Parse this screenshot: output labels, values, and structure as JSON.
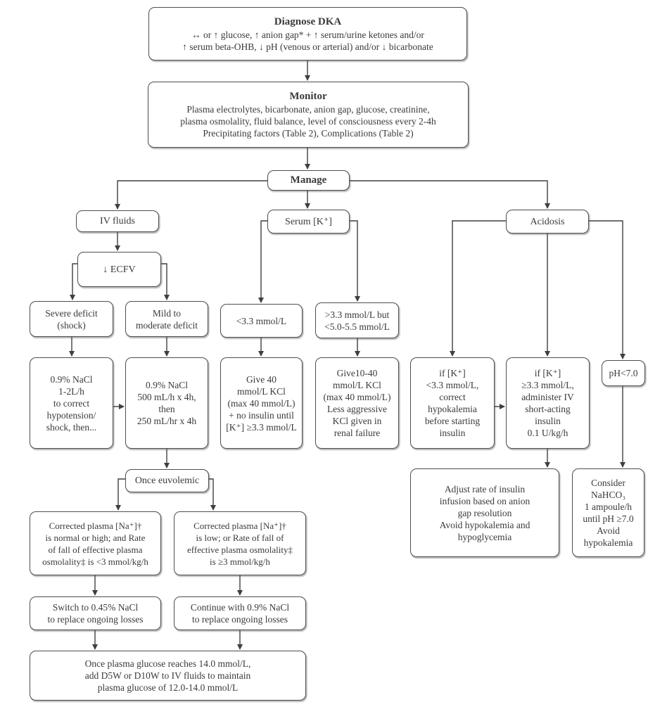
{
  "colors": {
    "background": "#ffffff",
    "box_border": "#4e4e4e",
    "line": "#3f3f3f",
    "text": "#3a3a3a"
  },
  "nodes": {
    "diagnose": {
      "title": "Diagnose DKA",
      "body": "↔ or ↑ glucose, ↑ anion gap* + ↑ serum/urine ketones and/or\n↑ serum beta-OHB, ↓ pH (venous or arterial) and/or ↓ bicarbonate"
    },
    "monitor": {
      "title": "Monitor",
      "body": "Plasma electrolytes, bicarbonate, anion gap, glucose, creatinine,\nplasma osmolality, fluid balance, level of consciousness every 2-4h\nPrecipitating factors (Table 2), Complications (Table 2)"
    },
    "manage": {
      "title": "Manage"
    },
    "iv_fluids": {
      "body": "IV fluids"
    },
    "serum_k": {
      "body": "Serum [K⁺]"
    },
    "acidosis": {
      "body": "Acidosis"
    },
    "ecfv": {
      "body": "↓ ECFV"
    },
    "severe_deficit": {
      "body": "Severe deficit\n(shock)"
    },
    "mild_moderate": {
      "body": "Mild to\nmoderate deficit"
    },
    "k_low": {
      "body": "<3.3 mmol/L"
    },
    "k_mid": {
      "body": ">3.3 mmol/L but\n<5.0-5.5 mmol/L"
    },
    "nacl_severe": {
      "body": "0.9% NaCl\n1-2L/h\nto correct\nhypotension/\nshock, then..."
    },
    "nacl_mild": {
      "body": "0.9% NaCl\n500 mL/h x 4h,\nthen\n250 mL/hr x 4h"
    },
    "give_40": {
      "body": "Give 40\nmmol/L KCl\n(max 40 mmol/L)\n+ no insulin until\n[K⁺] ≥3.3 mmol/L"
    },
    "give_10_40": {
      "body": "Give10-40\nmmol/L KCl\n(max 40 mmol/L)\nLess aggressive\nKCl given in\nrenal failure"
    },
    "if_k_low": {
      "body": "if [K⁺]\n<3.3 mmol/L,\ncorrect\nhypokalemia\nbefore starting\ninsulin"
    },
    "if_k_high": {
      "body": "if [K⁺]\n≥3.3 mmol/L,\nadminister IV\nshort-acting\ninsulin\n0.1 U/kg/h"
    },
    "ph_low": {
      "body": "pH<7.0"
    },
    "adjust_insulin": {
      "body": "Adjust rate of insulin\ninfusion based on anion\ngap resolution\nAvoid hypokalemia and\nhypoglycemia"
    },
    "consider_nahco3": {
      "body": "Consider\nNaHCO₃\n1 ampoule/h\nuntil pH ≥7.0\nAvoid\nhypokalemia"
    },
    "once_euvolemic": {
      "body": "Once euvolemic"
    },
    "na_normal_high": {
      "body": "Corrected plasma [Na⁺]†\nis normal or high; and Rate\nof fall of effective plasma\nosmolality‡ is <3 mmol/kg/h"
    },
    "na_low": {
      "body": "Corrected plasma [Na⁺]†\nis low; or Rate of fall of\neffective plasma osmolality‡\nis ≥3 mmol/kg/h"
    },
    "switch_045": {
      "body": "Switch to 0.45% NaCl\nto replace ongoing losses"
    },
    "continue_09": {
      "body": "Continue with 0.9% NaCl\nto replace ongoing losses"
    },
    "final_glucose": {
      "body": "Once plasma glucose reaches 14.0 mmol/L,\nadd D5W or D10W to IV fluids to maintain\nplasma glucose of 12.0-14.0 mmol/L"
    }
  }
}
